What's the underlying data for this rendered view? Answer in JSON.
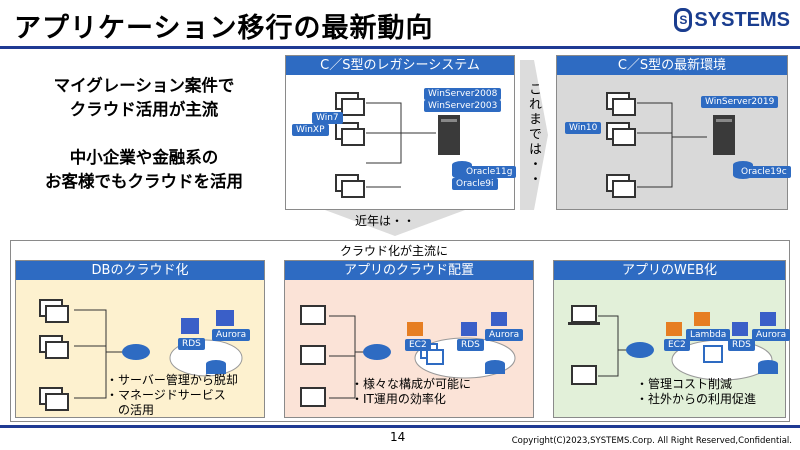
{
  "header": {
    "title": "アプリケーション移行の最新動向",
    "logo_text": "SYSTEMS"
  },
  "lead": {
    "line1": "マイグレーション案件で",
    "line2": "クラウド活用が主流",
    "line3": "中小企業や金融系の",
    "line4": "お客様でもクラウドを活用"
  },
  "legacy": {
    "title": "C／S型のレガシーシステム",
    "client_tags": [
      "Win7",
      "WinXP"
    ],
    "server_tags": [
      "WinServer2008",
      "WinServer2003"
    ],
    "db_tags": [
      "Oracle11g",
      "Oracle9i"
    ]
  },
  "arrow_text": "これまでは・・",
  "latest": {
    "title": "C／S型の最新環境",
    "client_tags": [
      "Win10"
    ],
    "server_tags": [
      "WinServer2019"
    ],
    "db_tags": [
      "Oracle19c"
    ]
  },
  "recent_label": "近年は・・",
  "cloud_label": "クラウド化が主流に",
  "cards": [
    {
      "title": "DBのクラウド化",
      "services": [
        "RDS",
        "Aurora"
      ],
      "bullets": [
        "・サーバー管理から脱却",
        "・マネージドサービス",
        "　の活用"
      ],
      "color": "#fdf1cf"
    },
    {
      "title": "アプリのクラウド配置",
      "services": [
        "EC2",
        "RDS",
        "Aurora"
      ],
      "bullets": [
        "・様々な構成が可能に",
        "・IT運用の効率化"
      ],
      "color": "#fbe3d7"
    },
    {
      "title": "アプリのWEB化",
      "services": [
        "EC2",
        "Lambda",
        "RDS",
        "Aurora"
      ],
      "bullets": [
        "・管理コスト削減",
        "・社外からの利用促進"
      ],
      "color": "#e2f0d9"
    }
  ],
  "footer": {
    "page": "14",
    "copyright": "Copyright(C)2023,SYSTEMS.Corp.   All Right Reserved,Confidential."
  },
  "colors": {
    "accent": "#2e6bc2",
    "rule": "#1f3a93"
  }
}
